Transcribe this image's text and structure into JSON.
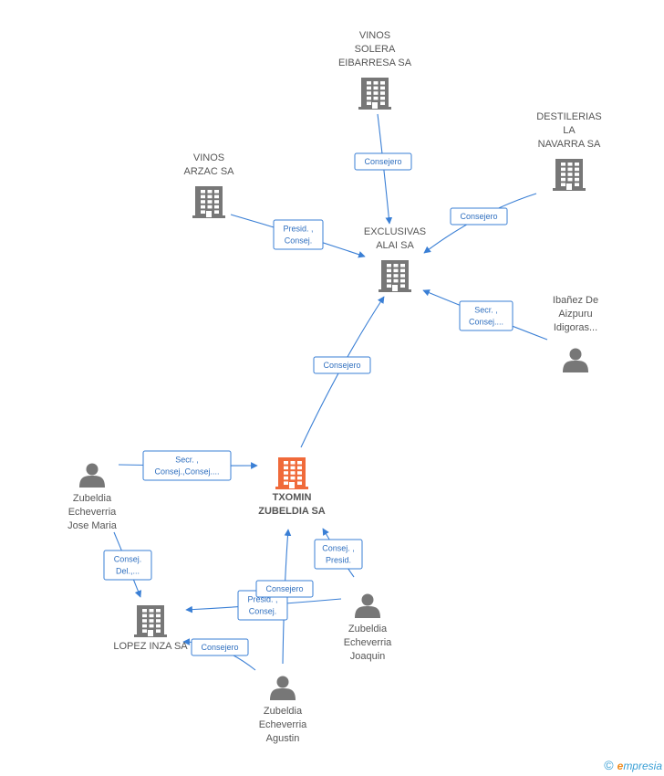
{
  "colors": {
    "edge": "#3a7fd5",
    "node": "#777777",
    "focus_node": "#f06a3a",
    "label": "#555555"
  },
  "nodes": {
    "vinos_solera": {
      "type": "company",
      "icon": "building-icon",
      "label": [
        "VINOS",
        "SOLERA",
        "EIBARRESA SA"
      ]
    },
    "destilerias": {
      "type": "company",
      "icon": "building-icon",
      "label": [
        "DESTILERIAS",
        "LA",
        "NAVARRA SA"
      ]
    },
    "vinos_arzac": {
      "type": "company",
      "icon": "building-icon",
      "label": [
        "VINOS",
        "ARZAC SA"
      ]
    },
    "exclusivas": {
      "type": "company",
      "icon": "building-icon",
      "label": [
        "EXCLUSIVAS",
        "ALAI SA"
      ]
    },
    "ibanez": {
      "type": "person",
      "icon": "person-icon",
      "label": [
        "Ibañez De",
        "Aizpuru",
        "Idigoras..."
      ]
    },
    "txomin": {
      "type": "company",
      "icon": "building-icon",
      "focus": true,
      "label": [
        "TXOMIN",
        "ZUBELDIA SA"
      ]
    },
    "jose_maria": {
      "type": "person",
      "icon": "person-icon",
      "label": [
        "Zubeldia",
        "Echeverria",
        "Jose Maria"
      ]
    },
    "lopez_inza": {
      "type": "company",
      "icon": "building-icon",
      "label": [
        "LOPEZ INZA SA"
      ]
    },
    "joaquin": {
      "type": "person",
      "icon": "person-icon",
      "label": [
        "Zubeldia",
        "Echeverria",
        "Joaquin"
      ]
    },
    "agustin": {
      "type": "person",
      "icon": "person-icon",
      "label": [
        "Zubeldia",
        "Echeverria",
        "Agustin"
      ]
    }
  },
  "edges": [
    {
      "from": "vinos_solera",
      "to": "exclusivas",
      "label": [
        "Consejero"
      ]
    },
    {
      "from": "destilerias",
      "to": "exclusivas",
      "label": [
        "Consejero"
      ]
    },
    {
      "from": "vinos_arzac",
      "to": "exclusivas",
      "label": [
        "Presid. ,",
        "Consej."
      ]
    },
    {
      "from": "ibanez",
      "to": "exclusivas",
      "label": [
        "Secr. ,",
        "Consej...."
      ]
    },
    {
      "from": "txomin",
      "to": "exclusivas",
      "label": [
        "Consejero"
      ]
    },
    {
      "from": "jose_maria",
      "to": "txomin",
      "label": [
        "Secr. ,",
        "Consej.,Consej...."
      ]
    },
    {
      "from": "jose_maria",
      "to": "lopez_inza",
      "label": [
        "Consej.",
        "Del.,..."
      ]
    },
    {
      "from": "joaquin",
      "to": "txomin",
      "label": [
        "Consej. ,",
        "Presid."
      ]
    },
    {
      "from": "joaquin",
      "to": "lopez_inza",
      "label": [
        "Presid. ,",
        "Consej."
      ]
    },
    {
      "from": "agustin",
      "to": "txomin",
      "label": [
        "Consejero"
      ]
    },
    {
      "from": "agustin",
      "to": "lopez_inza",
      "label": [
        "Consejero"
      ]
    }
  ],
  "footer": {
    "copyright": "©",
    "brand_e": "e",
    "brand_rest": "mpresia"
  }
}
